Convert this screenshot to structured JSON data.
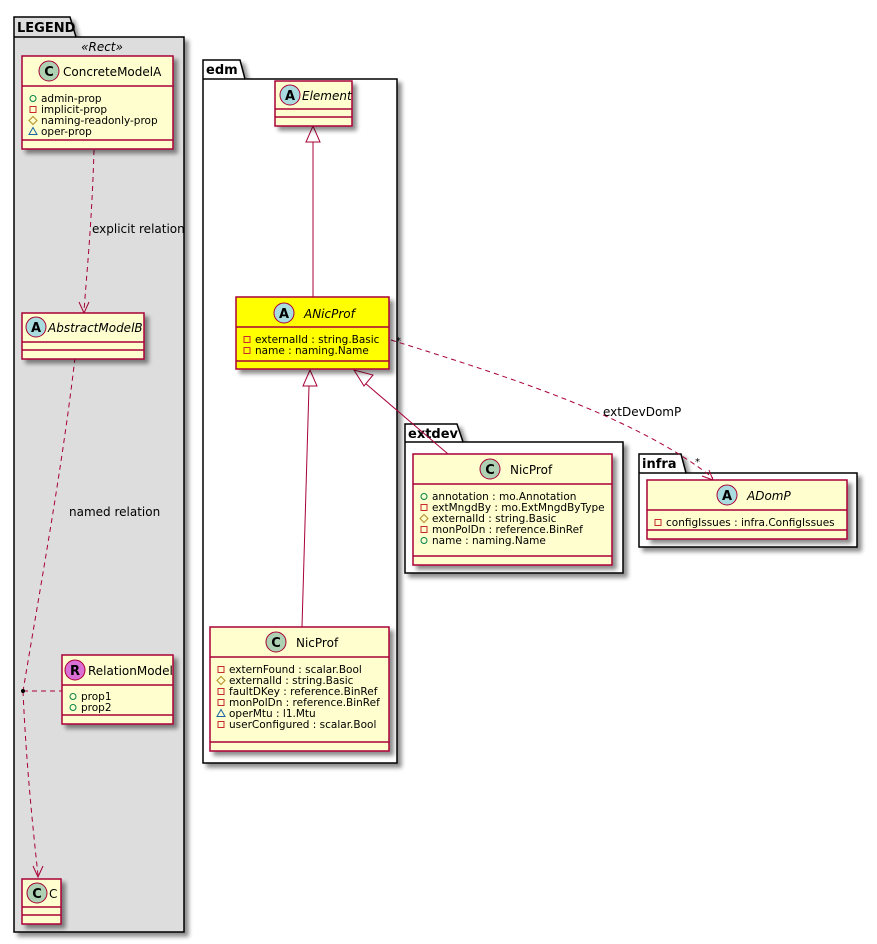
{
  "colors": {
    "class_fill": "#FEFECE",
    "class_border": "#A80036",
    "highlight_fill": "#FFFF00",
    "legend_fill": "#DDDDDD",
    "package_fill": "#FFFFFF",
    "edge": "#A80036",
    "circle_class": "#ADD1B2",
    "circle_abstract": "#A9DCDF",
    "circle_relation": "#DA70D6",
    "vis_public": "#038048",
    "vis_private": "#C82930",
    "vis_protected": "#B38D22",
    "vis_package": "#1963A0"
  },
  "packages": {
    "legend": {
      "name": "LEGEND",
      "stereotype": "«Rect»"
    },
    "edm": {
      "name": "edm"
    },
    "extdev": {
      "name": "extdev"
    },
    "infra": {
      "name": "infra"
    }
  },
  "classes": {
    "concrete_model_a": {
      "name": "ConcreteModelA",
      "kind": "class",
      "letter": "C",
      "attributes": [
        {
          "vis": "public",
          "text": "admin-prop"
        },
        {
          "vis": "private",
          "text": "implicit-prop"
        },
        {
          "vis": "protected",
          "text": "naming-readonly-prop"
        },
        {
          "vis": "package",
          "text": "oper-prop"
        }
      ]
    },
    "abstract_model_b": {
      "name": "AbstractModelB",
      "kind": "abstract",
      "letter": "A",
      "attributes": []
    },
    "relation_model": {
      "name": "RelationModel",
      "kind": "relation",
      "letter": "R",
      "attributes": [
        {
          "vis": "public",
          "text": "prop1"
        },
        {
          "vis": "public",
          "text": "prop2"
        }
      ]
    },
    "c": {
      "name": "C",
      "kind": "class",
      "letter": "C",
      "attributes": []
    },
    "element": {
      "name": "Element",
      "kind": "abstract",
      "letter": "A",
      "attributes": []
    },
    "anicprof": {
      "name": "ANicProf",
      "kind": "abstract",
      "letter": "A",
      "highlighted": true,
      "attributes": [
        {
          "vis": "private",
          "text": "externalId : string.Basic"
        },
        {
          "vis": "private",
          "text": "name : naming.Name"
        }
      ]
    },
    "edm_nicprof": {
      "name": "NicProf",
      "kind": "class",
      "letter": "C",
      "attributes": [
        {
          "vis": "private",
          "text": "externFound : scalar.Bool"
        },
        {
          "vis": "protected",
          "text": "externalId : string.Basic"
        },
        {
          "vis": "private",
          "text": "faultDKey : reference.BinRef"
        },
        {
          "vis": "private",
          "text": "monPolDn : reference.BinRef"
        },
        {
          "vis": "package",
          "text": "operMtu : l1.Mtu"
        },
        {
          "vis": "private",
          "text": "userConfigured : scalar.Bool"
        }
      ]
    },
    "extdev_nicprof": {
      "name": "NicProf",
      "kind": "class",
      "letter": "C",
      "attributes": [
        {
          "vis": "public",
          "text": "annotation : mo.Annotation"
        },
        {
          "vis": "private",
          "text": "extMngdBy : mo.ExtMngdByType"
        },
        {
          "vis": "protected",
          "text": "externalId : string.Basic"
        },
        {
          "vis": "private",
          "text": "monPolDn : reference.BinRef"
        },
        {
          "vis": "public",
          "text": "name : naming.Name"
        }
      ]
    },
    "adomp": {
      "name": "ADomP",
      "kind": "abstract",
      "letter": "A",
      "attributes": [
        {
          "vis": "private",
          "text": "configIssues : infra.ConfigIssues"
        }
      ]
    }
  },
  "edges": {
    "explicit": {
      "label": "explicit relation",
      "type": "dependency"
    },
    "named": {
      "label": "named relation",
      "type": "dependency"
    },
    "extdevdomp": {
      "label": "extDevDomP",
      "type": "dependency",
      "source_mult": "*",
      "target_mult": "*"
    },
    "gen_anicprof_element": {
      "type": "generalization"
    },
    "gen_edm_nicprof": {
      "type": "generalization"
    },
    "gen_extdev_nicprof": {
      "type": "generalization"
    }
  }
}
